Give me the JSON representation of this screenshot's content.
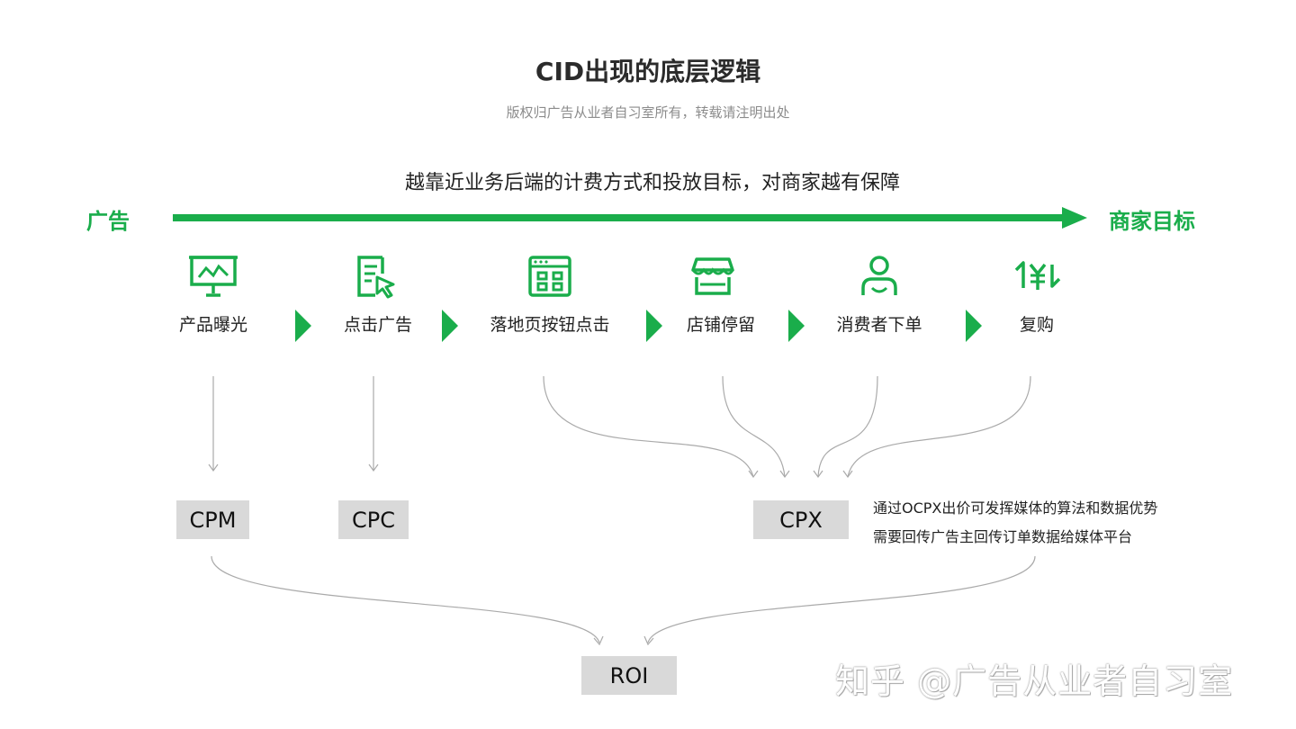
{
  "header": {
    "title": "CID出现的底层逻辑",
    "subtitle": "版权归广告从业者自习室所有，转载请注明出处"
  },
  "axis": {
    "caption": "越靠近业务后端的计费方式和投放目标，对商家越有保障",
    "left_label": "广告",
    "right_label": "商家目标"
  },
  "steps": [
    {
      "label": "产品曝光",
      "icon": "presentation-chart-icon"
    },
    {
      "label": "点击广告",
      "icon": "ad-click-icon"
    },
    {
      "label": "落地页按钮点击",
      "icon": "webpage-button-icon"
    },
    {
      "label": "店铺停留",
      "icon": "store-icon"
    },
    {
      "label": "消费者下单",
      "icon": "consumer-icon"
    },
    {
      "label": "复购",
      "icon": "repurchase-yuan-icon"
    }
  ],
  "billing": {
    "cpm": "CPM",
    "cpc": "CPC",
    "cpx": "CPX",
    "roi": "ROI"
  },
  "cpx_notes": [
    "通过OCPX出价可发挥媒体的算法和数据优势",
    "需要回传广告主回传订单数据给媒体平台"
  ],
  "watermark": "知乎 @广告从业者自习室",
  "colors": {
    "accent_green": "#1aad4b",
    "box_gray": "#d9d9d9",
    "connector_gray": "#aaaaaa"
  }
}
